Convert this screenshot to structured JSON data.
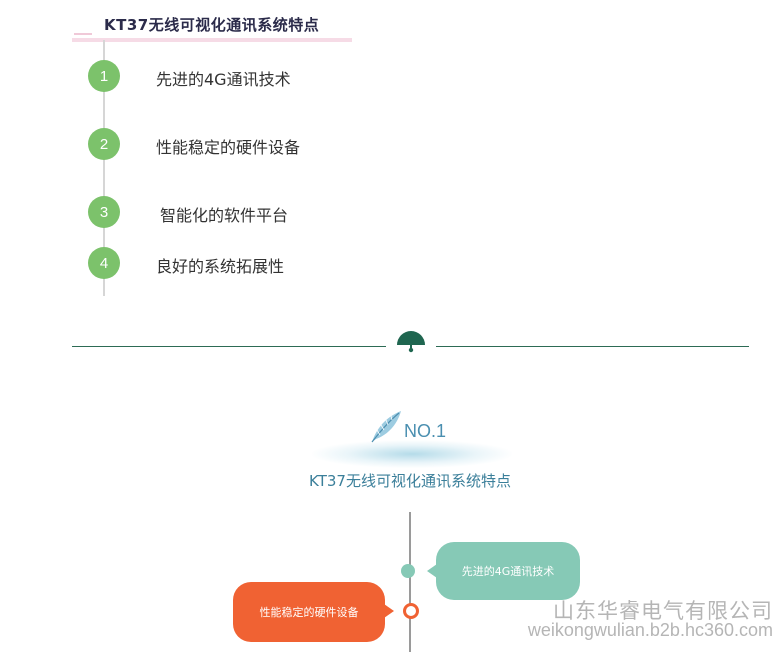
{
  "top": {
    "title": "KT37无线可视化通讯系统特点",
    "steps": [
      {
        "num": "1",
        "label": "先进的4G通讯技术"
      },
      {
        "num": "2",
        "label": "性能稳定的硬件设备"
      },
      {
        "num": "3",
        "label": "智能化的软件平台"
      },
      {
        "num": "4",
        "label": "良好的系统拓展性"
      }
    ]
  },
  "section": {
    "no_label": "NO.1",
    "subtitle": "KT37无线可视化通讯系统特点"
  },
  "timeline": {
    "bubble_right": "先进的4G通讯技术",
    "bubble_left": "性能稳定的硬件设备"
  },
  "watermark": {
    "company": "山东华睿电气有限公司",
    "url": "weikongwulian.b2b.hc360.com"
  },
  "colors": {
    "step_green": "#7cc26b",
    "divider": "#2d6b55",
    "bubble_teal": "#86c9b6",
    "bubble_orange": "#f06233"
  },
  "icons": {
    "divider_icon": "umbrella-icon",
    "section_icon": "feather-icon"
  }
}
